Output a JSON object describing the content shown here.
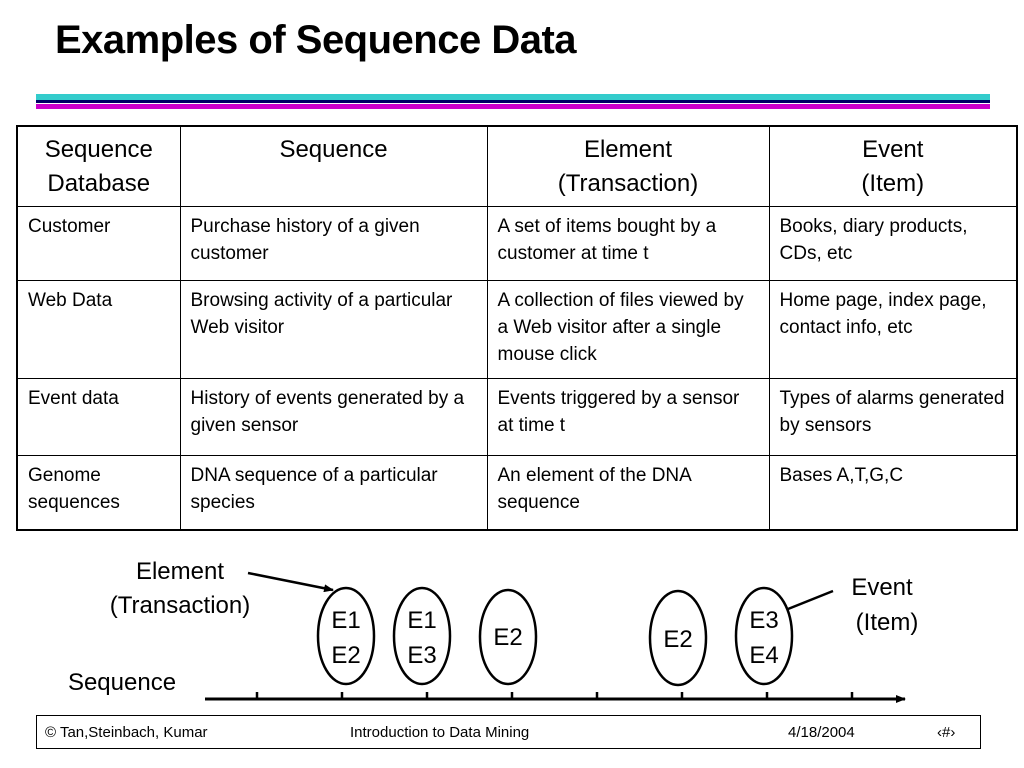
{
  "title": "Examples of Sequence Data",
  "table": {
    "headers": [
      [
        "Sequence",
        "Database"
      ],
      [
        "Sequence"
      ],
      [
        "Element",
        "(Transaction)"
      ],
      [
        "Event",
        "(Item)"
      ]
    ],
    "rows": [
      [
        "Customer",
        "Purchase history of a given customer",
        "A set of items bought by a customer at time t",
        "Books, diary products, CDs, etc"
      ],
      [
        "Web Data",
        "Browsing activity of a particular Web visitor",
        "A collection of files viewed by a Web visitor after a single mouse click",
        "Home page, index page, contact info, etc"
      ],
      [
        "Event data",
        "History of events generated by a given sensor",
        "Events triggered by a sensor at time t",
        "Types of alarms generated by sensors"
      ],
      [
        "Genome sequences",
        "DNA sequence of a particular species",
        "An element of the DNA sequence",
        "Bases A,T,G,C"
      ]
    ]
  },
  "diagram": {
    "element_label": [
      "Element",
      "(Transaction)"
    ],
    "event_label": [
      "Event",
      "(Item)"
    ],
    "sequence_label": "Sequence",
    "elements": [
      [
        "E1",
        "E2"
      ],
      [
        "E1",
        "E3"
      ],
      [
        "E2"
      ],
      [
        "E2"
      ],
      [
        "E3",
        "E4"
      ]
    ]
  },
  "footer": {
    "left": "© Tan,Steinbach, Kumar",
    "center": "Introduction to Data Mining",
    "date": "4/18/2004",
    "page": "‹#›"
  }
}
